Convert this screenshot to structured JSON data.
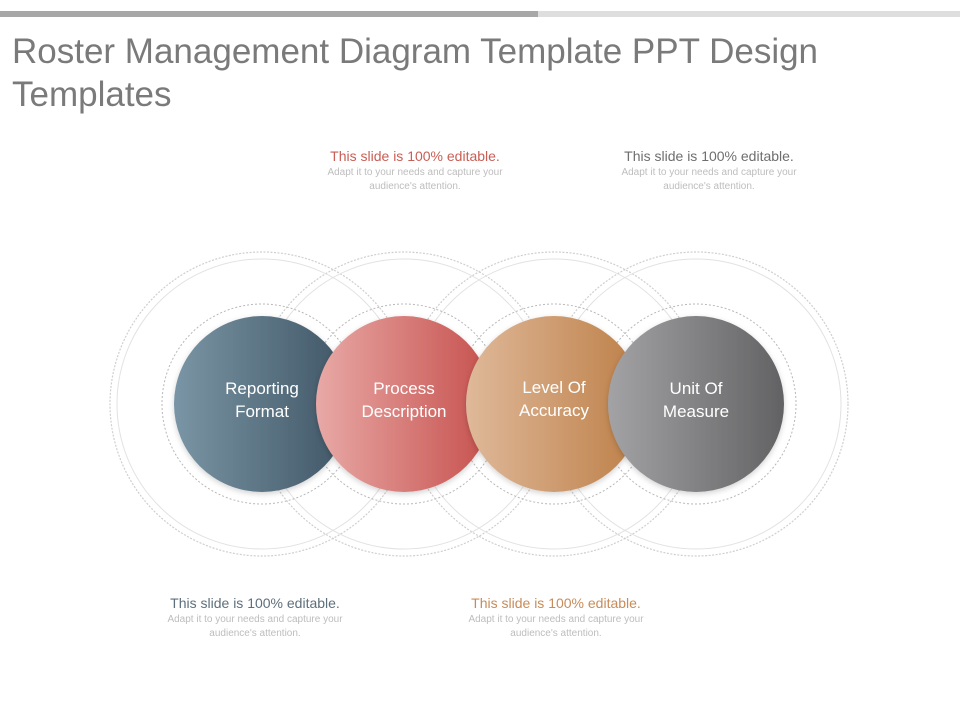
{
  "title": "Roster Management Diagram Template PPT Design Templates",
  "callouts": [
    {
      "heading": "This slide is 100% editable.",
      "body": "Adapt it to your needs and capture your audience's attention.",
      "color": "#c85e55"
    },
    {
      "heading": "This slide is 100% editable.",
      "body": "Adapt it to your needs and capture your audience's attention.",
      "color": "#6e6e6e"
    },
    {
      "heading": "This slide is 100% editable.",
      "body": "Adapt it to your needs and capture your audience's attention.",
      "color": "#5e6f7c"
    },
    {
      "heading": "This slide is 100% editable.",
      "body": "Adapt it to your needs and capture your audience's attention.",
      "color": "#c78c5a"
    }
  ],
  "circles": [
    {
      "line1": "Reporting",
      "line2": "Format",
      "color_light": "#7a95a5",
      "color_dark": "#3f5565"
    },
    {
      "line1": "Process",
      "line2": "Description",
      "color_light": "#e8a9a6",
      "color_dark": "#c6504d"
    },
    {
      "line1": "Level Of",
      "line2": "Accuracy",
      "color_light": "#dfb99a",
      "color_dark": "#bd7f47"
    },
    {
      "line1": "Unit Of",
      "line2": "Measure",
      "color_light": "#a3a3a5",
      "color_dark": "#626264"
    }
  ]
}
